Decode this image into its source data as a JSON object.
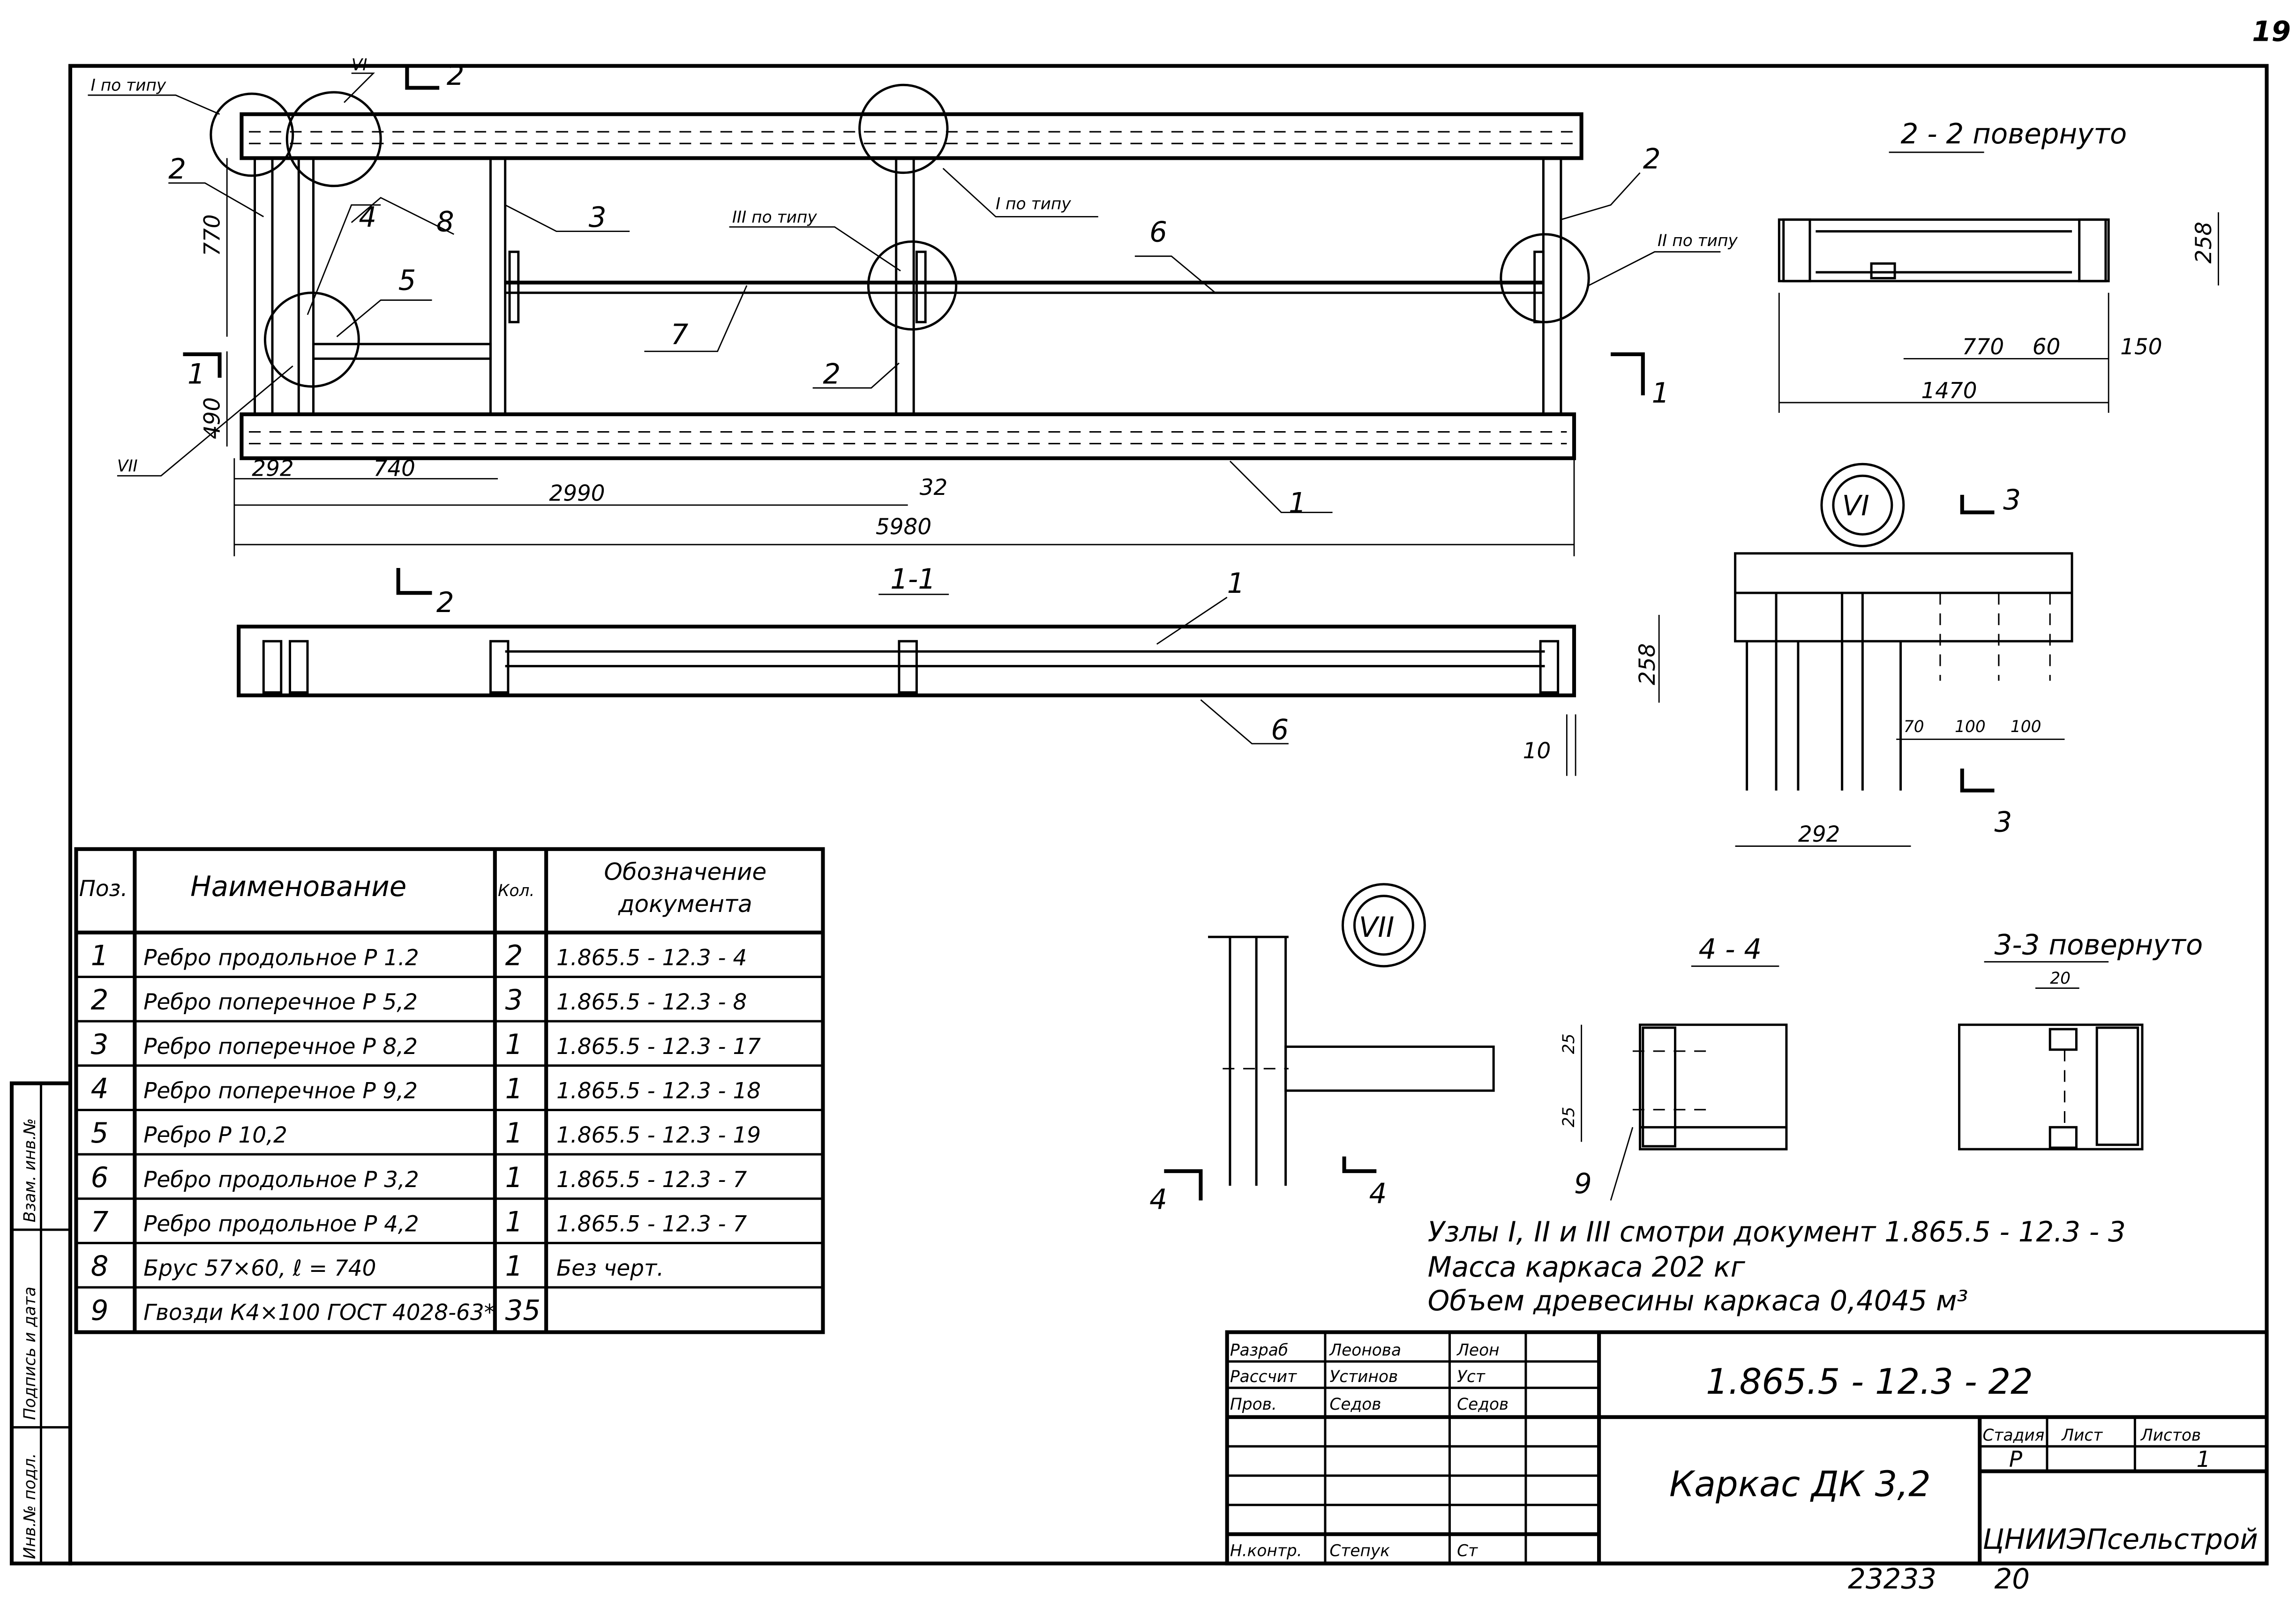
{
  "sheet": {
    "page_number": "19",
    "inventory": "23233",
    "format": "20"
  },
  "side_stamp": [
    "Инв.№ подл.",
    "Подпись и дата",
    "Взам. инв.№"
  ],
  "plan": {
    "node_labels": {
      "n1_type": "I по типу",
      "n6": "VI",
      "n1_type_b": "I по типу",
      "n3_type": "III по типу",
      "n2_type": "II по типу",
      "n7": "VII"
    },
    "positions": {
      "p1": "1",
      "p2a": "2",
      "p2b": "2",
      "p2c": "2",
      "p3": "3",
      "p4": "4",
      "p5": "5",
      "p6": "6",
      "p7": "7",
      "p8": "8"
    },
    "section_marks": {
      "s2_top": "2",
      "s1_left": "1",
      "s1_right": "1",
      "s2_bottom": "2"
    },
    "dims": {
      "d770": "770",
      "d490": "490",
      "d292": "292",
      "d740": "740",
      "d2990": "2990",
      "d32": "32",
      "d5980": "5980"
    }
  },
  "section_1_1": {
    "title": "1-1",
    "pos1": "1",
    "pos6": "6",
    "d258": "258",
    "d10": "10"
  },
  "section_2_2": {
    "title": "2 - 2 повернуто",
    "d258": "258",
    "d770": "770",
    "d60": "60",
    "d150": "150",
    "d1470": "1470"
  },
  "node_VI": {
    "title": "VI",
    "mark3": "3",
    "d70": "70",
    "d100a": "100",
    "d100b": "100",
    "d292": "292"
  },
  "node_VII": {
    "title": "VII",
    "mark4a": "4",
    "mark4b": "4"
  },
  "section_4_4": {
    "title": "4 - 4",
    "d25a": "25",
    "d25b": "25",
    "pos9": "9"
  },
  "section_3_3": {
    "title": "3-3 повернуто",
    "d20": "20"
  },
  "table": {
    "headers": {
      "pos": "Поз.",
      "name": "Наименование",
      "qty": "Кол.",
      "doc": "Обозначение документа"
    },
    "rows": [
      {
        "pos": "1",
        "name": "Ребро продольное Р 1.2",
        "qty": "2",
        "doc": "1.865.5 - 12.3 - 4"
      },
      {
        "pos": "2",
        "name": "Ребро поперечное Р 5,2",
        "qty": "3",
        "doc": "1.865.5 - 12.3 - 8"
      },
      {
        "pos": "3",
        "name": "Ребро поперечное Р 8,2",
        "qty": "1",
        "doc": "1.865.5 - 12.3 - 17"
      },
      {
        "pos": "4",
        "name": "Ребро поперечное Р 9,2",
        "qty": "1",
        "doc": "1.865.5 - 12.3 - 18"
      },
      {
        "pos": "5",
        "name": "Ребро Р 10,2",
        "qty": "1",
        "doc": "1.865.5 - 12.3 - 19"
      },
      {
        "pos": "6",
        "name": "Ребро продольное Р 3,2",
        "qty": "1",
        "doc": "1.865.5 - 12.3 - 7"
      },
      {
        "pos": "7",
        "name": "Ребро продольное Р 4,2",
        "qty": "1",
        "doc": "1.865.5 - 12.3 - 7"
      },
      {
        "pos": "8",
        "name": "Брус 57×60,   ℓ = 740",
        "qty": "1",
        "doc": "Без черт."
      },
      {
        "pos": "9",
        "name": "Гвозди К4×100 ГОСТ 4028-63*",
        "qty": "35",
        "doc": ""
      }
    ]
  },
  "notes": [
    "Узлы I, II и III смотри документ 1.865.5 - 12.3 - 3",
    "Масса каркаса 202 кг",
    "Объем древесины каркаса 0,4045 м³"
  ],
  "title_block": {
    "roles": [
      {
        "role": "Разраб",
        "name": "Леонова",
        "signature": "Леон"
      },
      {
        "role": "Рассчит",
        "name": "Устинов",
        "signature": "Уст"
      },
      {
        "role": "Пров.",
        "name": "Седов",
        "signature": "Седов"
      },
      {
        "role": "Н.контр.",
        "name": "Степук",
        "signature": "Ст"
      }
    ],
    "doc_code": "1.865.5 - 12.3 - 22",
    "title": "Каркас ДК 3,2",
    "stage_label": "Стадия",
    "sheet_label": "Лист",
    "sheets_label": "Листов",
    "stage": "Р",
    "sheet": "",
    "sheets": "1",
    "organization": "ЦНИИЭПсельстрой"
  }
}
